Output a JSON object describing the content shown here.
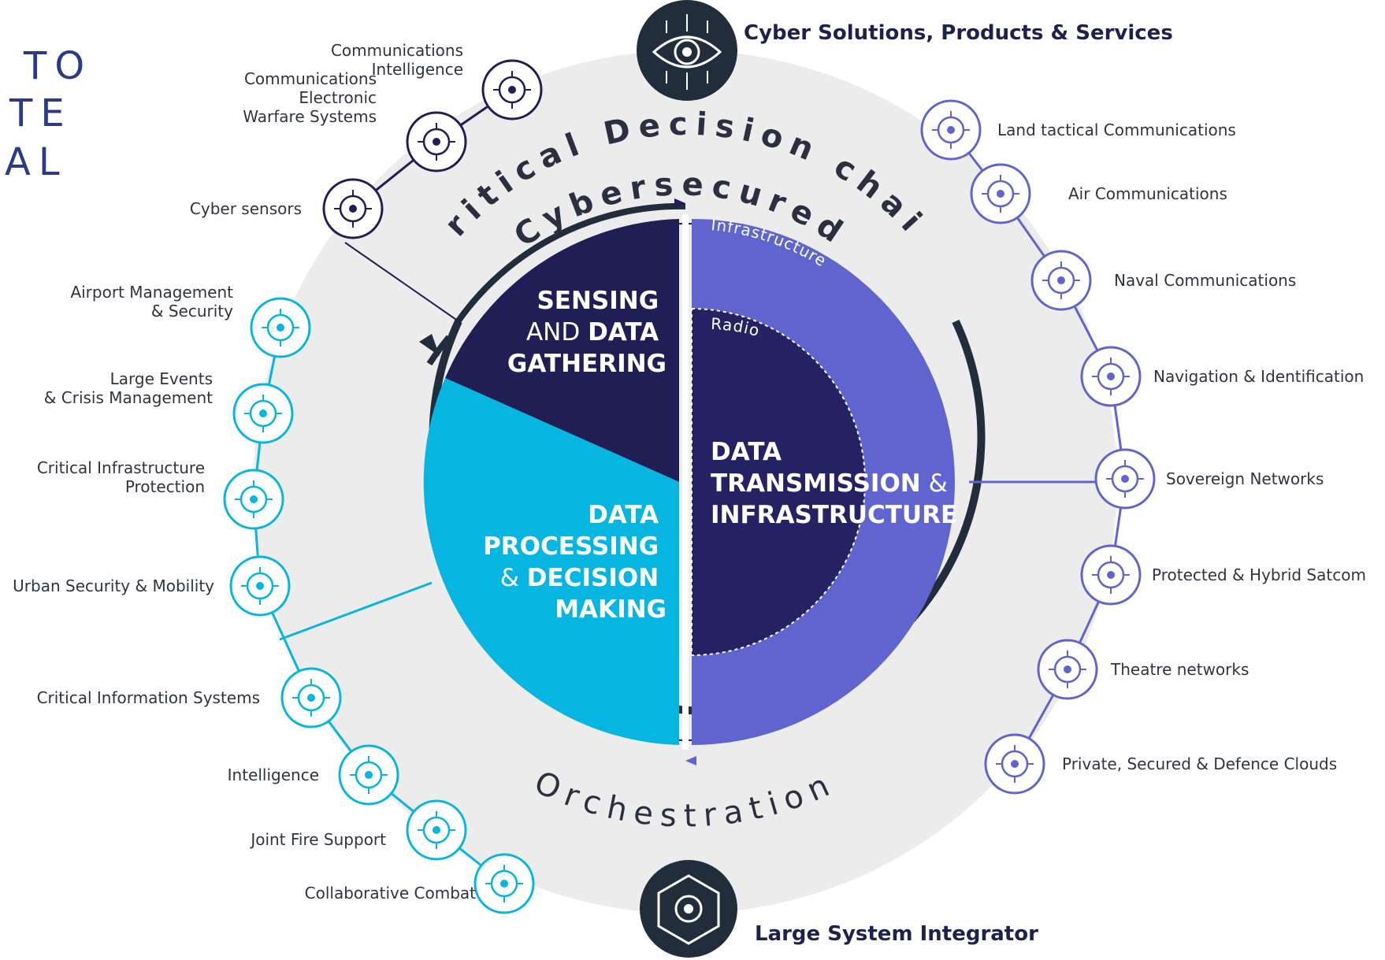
{
  "corner_text": [
    "TO",
    "TE",
    "AL"
  ],
  "headline_top": "Cyber Solutions, Products & Services",
  "headline_bottom": "Large System Integrator",
  "arc_text": {
    "line1": "Cybersecured",
    "line2": "Critical Decision chain",
    "bottom": "Orchestration"
  },
  "segments": {
    "sensing": [
      "SENSING",
      "AND",
      "DATA",
      "GATHERING"
    ],
    "processing": [
      "DATA",
      "PROCESSING",
      "&",
      "DECISION",
      "MAKING"
    ],
    "transmission": [
      "DATA",
      "TRANSMISSION",
      "&",
      "INFRASTRUCTURE"
    ],
    "ring_outer": "Infrastructure",
    "ring_inner": "Radio"
  },
  "items": {
    "cyber": [
      "Communications Intelligence",
      "Communications Electronic Warfare Systems",
      "Cyber sensors"
    ],
    "processing": [
      "Airport Management & Security",
      "Large Events & Crisis Management",
      "Critical Infrastructure Protection",
      "Urban Security & Mobility",
      "Critical Information Systems",
      "Intelligence",
      "Joint Fire Support",
      "Collaborative Combat"
    ],
    "transmission": [
      "Land tactical Communications",
      "Air Communications",
      "Naval Communications",
      "Navigation & Identification",
      "Sovereign Networks",
      "Protected & Hybrid Satcom",
      "Theatre networks",
      "Private, Secured & Defence Clouds"
    ]
  },
  "colors": {
    "navy": "#1f1f55",
    "cyan": "#06b5e0",
    "violet": "#5f64cf",
    "dark": "#222d3b",
    "gray_ring": "#ececec"
  },
  "icons": {
    "top": "eye-gear-icon",
    "bottom": "network-gear-icon"
  }
}
